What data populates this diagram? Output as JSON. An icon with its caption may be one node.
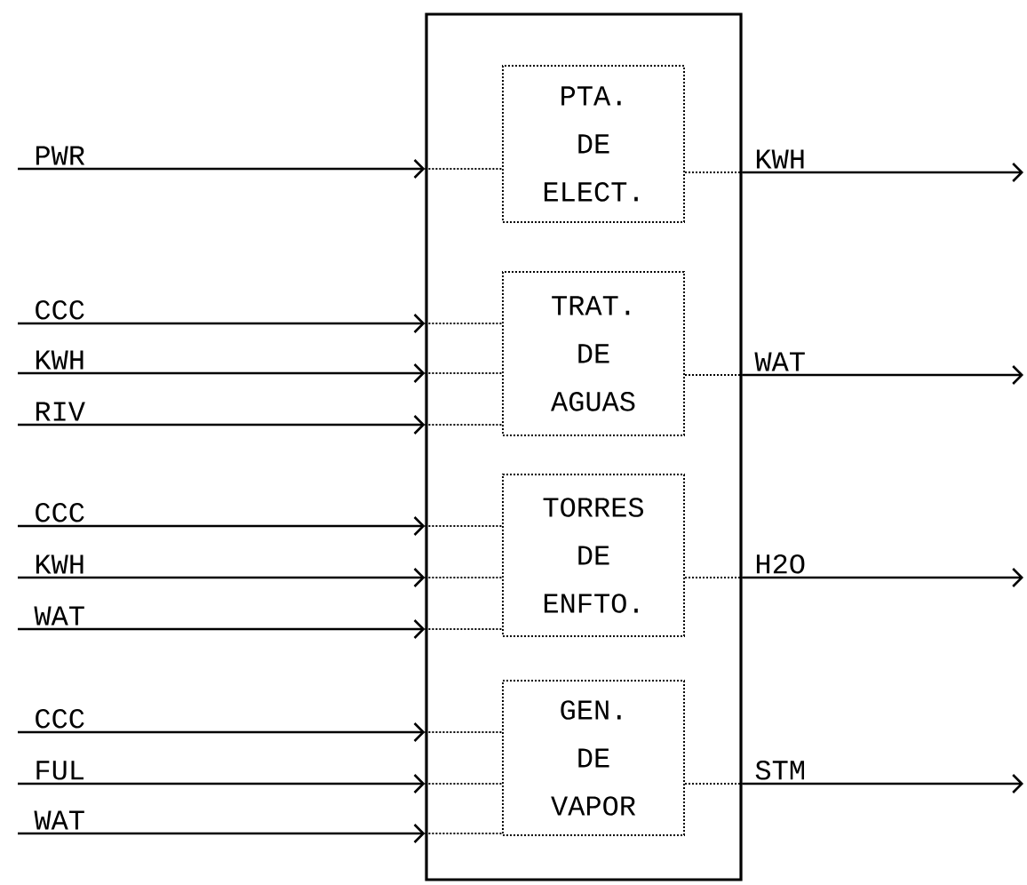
{
  "diagram": {
    "nodes": [
      {
        "text": [],
        "shape": "box"
      },
      {
        "text": [
          "PTA. DE ELECT."
        ],
        "in": 0
      },
      {
        "text": [
          "TRAT. DE AGUAS"
        ],
        "in": 0
      },
      {
        "text": [
          "TORRES DE ENFTO."
        ],
        "in": 0
      },
      {
        "text": [
          "GEN. DE VAPOR"
        ],
        "in": 0
      }
    ],
    "edges": [
      {
        "from": null,
        "to": 0,
        "arrow": "to",
        "label": "PWR"
      },
      {
        "from": 0,
        "to": 1,
        "arrow": "none",
        "style": "dashed"
      },
      {
        "from": null,
        "to": 0,
        "arrow": "to",
        "label": "CCC"
      },
      {
        "from": 0,
        "to": 2,
        "arrow": "none",
        "style": "dashed"
      },
      {
        "from": null,
        "to": 0,
        "arrow": "to",
        "label": "KWH"
      },
      {
        "from": 0,
        "to": 2,
        "arrow": "none",
        "style": "dashed"
      },
      {
        "from": null,
        "to": 0,
        "arrow": "to",
        "label": "RIV"
      },
      {
        "from": 0,
        "to": 2,
        "arrow": "none",
        "style": "dashed"
      },
      {
        "from": null,
        "to": 0,
        "arrow": "to",
        "label": "CCC"
      },
      {
        "from": 0,
        "to": 3,
        "arrow": "none",
        "style": "dashed"
      },
      {
        "from": null,
        "to": 0,
        "arrow": "to",
        "label": "KWH"
      },
      {
        "from": 0,
        "to": 3,
        "arrow": "none",
        "style": "dashed"
      },
      {
        "from": null,
        "to": 0,
        "arrow": "to",
        "label": "WAT"
      },
      {
        "from": 0,
        "to": 3,
        "arrow": "none",
        "style": "dashed"
      },
      {
        "from": null,
        "to": 0,
        "arrow": "to",
        "label": "CCC"
      },
      {
        "from": 0,
        "to": 4,
        "arrow": "none",
        "style": "dashed"
      },
      {
        "from": null,
        "to": 0,
        "arrow": "to",
        "label": "FUL"
      },
      {
        "from": 0,
        "to": 4,
        "arrow": "none",
        "style": "dashed"
      },
      {
        "from": null,
        "to": 0,
        "arrow": "to",
        "label": "WAT"
      },
      {
        "from": 0,
        "to": 4,
        "arrow": "none",
        "style": "dashed"
      },
      {
        "from": 1,
        "to": 0,
        "arrow": "none",
        "style": "dashed"
      },
      {
        "from": 0,
        "to": null,
        "arrow": "to",
        "label": "KWH"
      },
      {
        "from": 2,
        "to": 0,
        "arrow": "none",
        "style": "dashed"
      },
      {
        "from": 0,
        "to": null,
        "arrow": "to",
        "label": "WAT"
      },
      {
        "from": 3,
        "to": 0,
        "arrow": "none",
        "style": "dashed"
      },
      {
        "from": 0,
        "to": null,
        "arrow": "to",
        "label": "H2O"
      },
      {
        "from": 4,
        "to": 0,
        "arrow": "none",
        "style": "dashed"
      },
      {
        "from": 0,
        "to": null,
        "arrow": "to",
        "label": "STM"
      }
    ]
  }
}
